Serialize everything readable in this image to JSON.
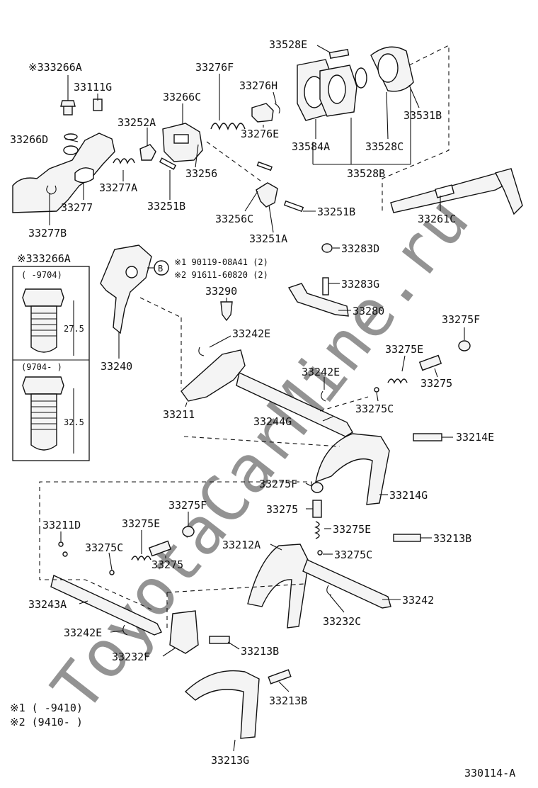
{
  "watermark": "ToyotaCarMine.ru",
  "labels": {
    "p333266A": "※333266A",
    "p33111G": "33111G",
    "p33276F": "33276F",
    "p33266C": "33266C",
    "p33276H": "33276H",
    "p33252A": "33252A",
    "p33276E": "33276E",
    "p33266D": "33266D",
    "p33256": "33256",
    "p33277A": "33277A",
    "p33277": "33277",
    "p33251B_a": "33251B",
    "p33277B": "33277B",
    "p33256C": "33256C",
    "p33251A": "33251A",
    "p33251B_b": "33251B",
    "p33528E": "33528E",
    "p33531B": "33531B",
    "p33584A": "33584A",
    "p33528C": "33528C",
    "p33528B": "33528B",
    "p33261C": "33261C",
    "p33283D": "33283D",
    "p33283G": "33283G",
    "p33280": "33280",
    "p33290": "33290",
    "p33242E_a": "33242E",
    "p33240": "33240",
    "p33211": "33211",
    "p33275F_a": "33275F",
    "p33275E_a": "33275E",
    "p33275_a": "33275",
    "p33242E_b": "33242E",
    "p33275C_a": "33275C",
    "p33244G": "33244G",
    "p33214E": "33214E",
    "p33275F_b": "33275F",
    "p33214G": "33214G",
    "p33275_b": "33275",
    "p33275E_b": "33275E",
    "p33212A": "33212A",
    "p33213B_a": "33213B",
    "p33275C_b": "33275C",
    "p33242": "33242",
    "p33232C": "33232C",
    "p33211D": "33211D",
    "p33275E_c": "33275E",
    "p33275F_c": "33275F",
    "p33275C_c": "33275C",
    "p33275_c": "33275",
    "p33243A": "33243A",
    "p33242E_c": "33242E",
    "p33232F": "33232F",
    "p33213B_b": "33213B",
    "p33213B_c": "33213B",
    "p33213G": "33213G"
  },
  "bolt_callout": {
    "marker": "B",
    "line1": "※1 90119-08A41 (2)",
    "line2": "※2 91611-60820 (2)"
  },
  "inset": {
    "title": "※333266A",
    "panel1_range": "(      -9704)",
    "panel1_length": "27.5",
    "panel2_range": "(9704-      )",
    "panel2_length": "32.5"
  },
  "footnotes": {
    "note1": "※1 (      -9410)",
    "note2": "※2 (9410-      )"
  },
  "diagram_id": "330114-A"
}
